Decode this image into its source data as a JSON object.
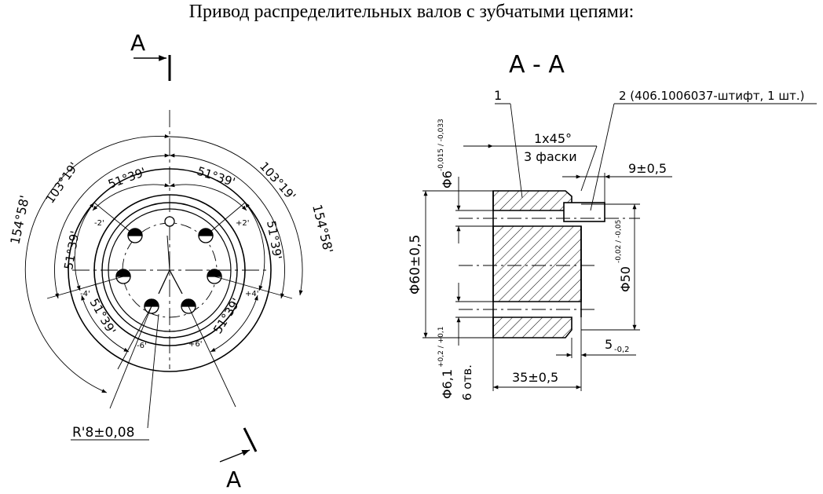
{
  "title": "Привод распределительных валов с зубчатыми цепями:",
  "section": {
    "cut_letter": "А",
    "view_label": "А - А"
  },
  "front_view": {
    "angles": {
      "a103_left": "103°19'",
      "a103_right": "103°19'",
      "a154_left": "154°58'",
      "a154_right": "154°58'",
      "a51_top_left": "51°39'",
      "a51_top_right": "51°39'",
      "a51_left": "51°39'",
      "a51_right": "51°39'",
      "a51_bottom_left": "51°39'",
      "a51_bottom_right": "51°39'"
    },
    "tolerances": {
      "t_upper_left": "-2'",
      "t_upper_right": "+2'",
      "t_mid_left": "-4'",
      "t_mid_right": "+4'",
      "t_low_left": "-6'",
      "t_low_right": "+6'"
    },
    "radius_label": "R'8±0,08"
  },
  "section_view": {
    "callout_1": "1",
    "callout_2": "2 (406.1006037-штифт, 1 шт.)",
    "chamfer": "1x45°",
    "chamfer_note": "3 фаски",
    "dia6": "Φ6",
    "dia6_tol": "-0,015 / -0,033",
    "dia60": "Φ60±0,5",
    "dia50": "Φ50",
    "dia50_tol": "-0,02 / -0,05",
    "dim9": "9±0,5",
    "dim5": "5",
    "dim5_tol": "-0,2",
    "dim35": "35±0,5",
    "holes": "Φ6,1",
    "holes_tol": "+0,2 / +0,1",
    "holes_count": "6 отв."
  }
}
